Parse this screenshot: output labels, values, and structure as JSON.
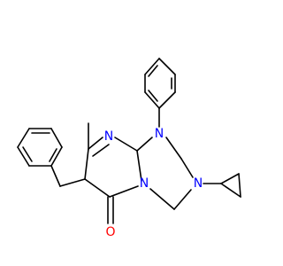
{
  "molecule": {
    "colors": {
      "bond": "#000000",
      "N": "#0000ff",
      "O": "#ff0000",
      "background": "#ffffff"
    },
    "atoms": {
      "n_top": "N",
      "n_ring": "N",
      "n_bridge": "N",
      "n_cycpr": "N",
      "o_carbonyl": "O"
    }
  }
}
